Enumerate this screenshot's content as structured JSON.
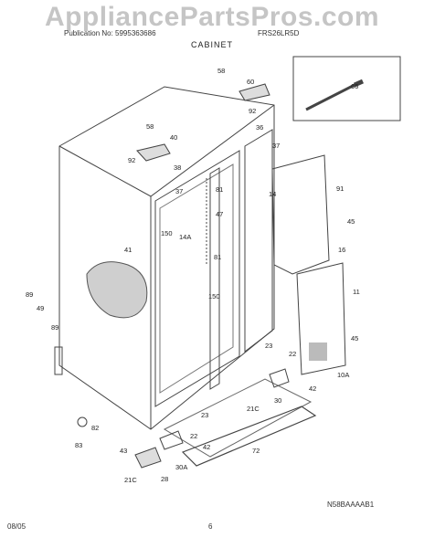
{
  "watermark": "AppliancePartsPros.com",
  "header_left": "Publication No: 5995363686",
  "header_right": "FRS26LR5D",
  "section_title": "CABINET",
  "drawing_code": "N58BAAAAB1",
  "footer_date": "08/05",
  "footer_page": "6",
  "callouts": [
    "58",
    "60",
    "66",
    "92",
    "36",
    "37",
    "58",
    "40",
    "92",
    "38",
    "37",
    "81",
    "47",
    "14",
    "91",
    "45",
    "150",
    "14A",
    "41",
    "81",
    "16",
    "150",
    "11",
    "89",
    "45",
    "23",
    "22",
    "42",
    "10A",
    "82",
    "83",
    "43",
    "22",
    "42",
    "30A",
    "28",
    "21C",
    "72",
    "23",
    "30",
    "21C",
    "89",
    "49"
  ]
}
